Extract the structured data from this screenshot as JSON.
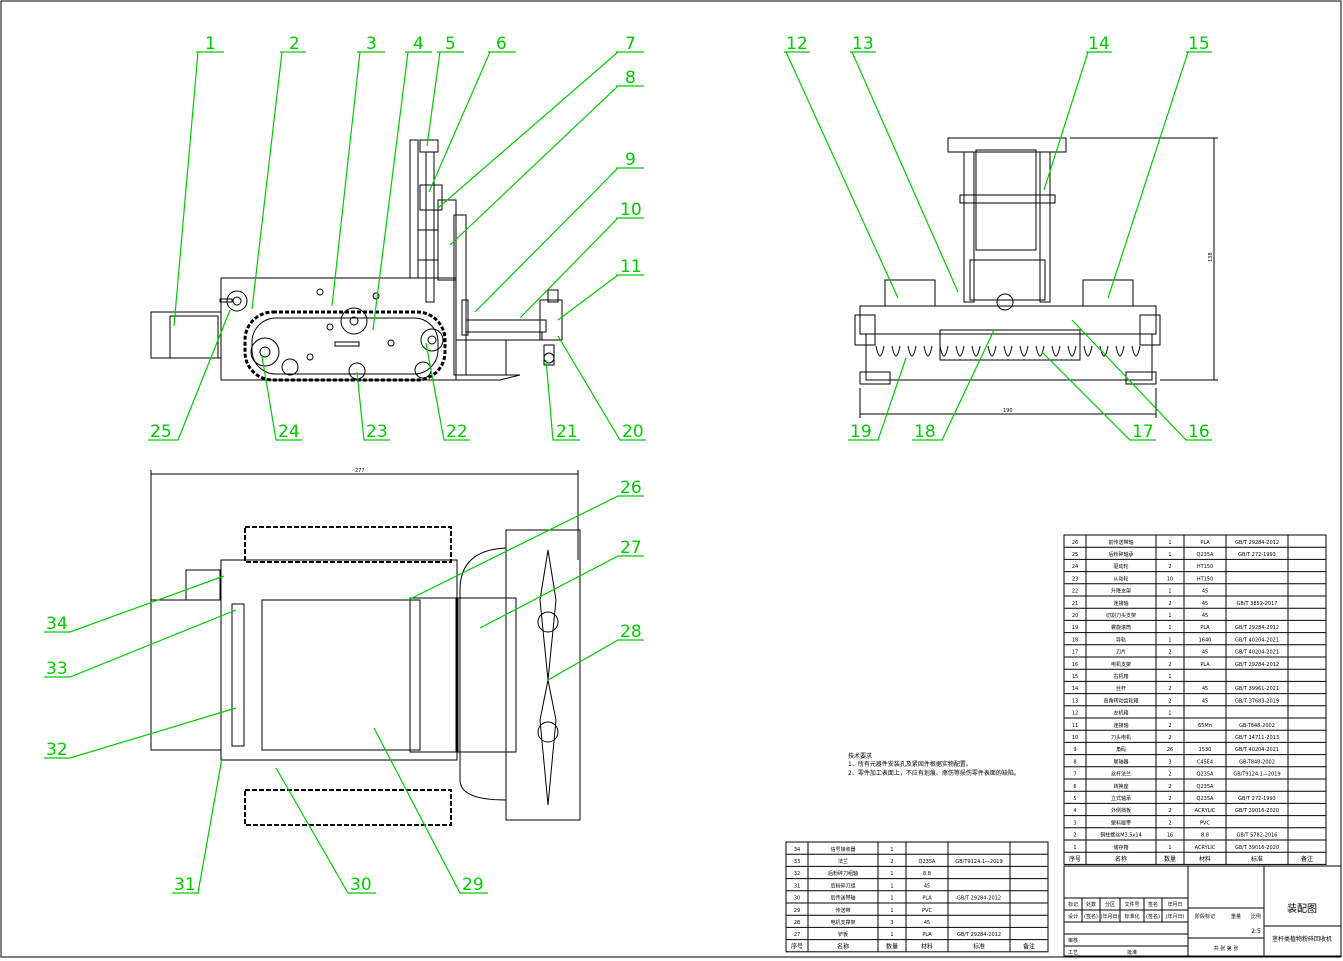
{
  "labels": {
    "1": "1",
    "2": "2",
    "3": "3",
    "4": "4",
    "5": "5",
    "6": "6",
    "7": "7",
    "8": "8",
    "9": "9",
    "10": "10",
    "11": "11",
    "12": "12",
    "13": "13",
    "14": "14",
    "15": "15",
    "16": "16",
    "17": "17",
    "18": "18",
    "19": "19",
    "20": "20",
    "21": "21",
    "22": "22",
    "23": "23",
    "24": "24",
    "25": "25",
    "26": "26",
    "27": "27",
    "28": "28",
    "29": "29",
    "30": "30",
    "31": "31",
    "32": "32",
    "33": "33",
    "34": "34"
  },
  "dimensions": {
    "width_top": "277",
    "width_side": "190",
    "height_side": "138"
  },
  "tech_notes": {
    "title": "技术要求",
    "line1": "1、所有元器件安装孔及紧固件根据实物配置。",
    "line2": "2、零件加工表面上，不应有划痕、擦伤等损伤零件表面的缺陷。"
  },
  "bom_right": [
    {
      "no": "26",
      "name": "前传送带轴",
      "qty": "1",
      "mat": "PLA",
      "std": "GB/T 29284-2012"
    },
    {
      "no": "25",
      "name": "后粉碎轴承",
      "qty": "1",
      "mat": "Q235A",
      "std": "GB/T 272-1993"
    },
    {
      "no": "24",
      "name": "驱动轮",
      "qty": "2",
      "mat": "HT150",
      "std": ""
    },
    {
      "no": "23",
      "name": "从动轮",
      "qty": "10",
      "mat": "HT150",
      "std": ""
    },
    {
      "no": "22",
      "name": "升降支架",
      "qty": "1",
      "mat": "45",
      "std": ""
    },
    {
      "no": "21",
      "name": "连接轴",
      "qty": "2",
      "mat": "45",
      "std": "GB/T 3852-2017"
    },
    {
      "no": "20",
      "name": "切割刀头支架",
      "qty": "1",
      "mat": "45",
      "std": ""
    },
    {
      "no": "19",
      "name": "螺旋滚筒",
      "qty": "1",
      "mat": "PLA",
      "std": "GB/T 29284-2012"
    },
    {
      "no": "18",
      "name": "导轨",
      "qty": "1",
      "mat": "1640",
      "std": "GB/T 40204-2021"
    },
    {
      "no": "17",
      "name": "刀片",
      "qty": "2",
      "mat": "45",
      "std": "GB/T 40204-2021"
    },
    {
      "no": "16",
      "name": "电机支架",
      "qty": "2",
      "mat": "PLA",
      "std": "GB/T 29284-2012"
    },
    {
      "no": "15",
      "name": "右机箱",
      "qty": "1",
      "mat": "",
      "std": ""
    },
    {
      "no": "14",
      "name": "丝杆",
      "qty": "2",
      "mat": "45",
      "std": "GB/T 39961-2021"
    },
    {
      "no": "13",
      "name": "直角转动齿轮箱",
      "qty": "2",
      "mat": "45",
      "std": "GB/T 37683-2019"
    },
    {
      "no": "12",
      "name": "左机箱",
      "qty": "1",
      "mat": "",
      "std": ""
    },
    {
      "no": "11",
      "name": "连接轴",
      "qty": "2",
      "mat": "65Mn",
      "std": "GB-T848-2002"
    },
    {
      "no": "10",
      "name": "刀头电机",
      "qty": "2",
      "mat": "",
      "std": "GB/T 14711-2013"
    },
    {
      "no": "9",
      "name": "角码",
      "qty": "26",
      "mat": "1530",
      "std": "GB/T 40204-2021"
    },
    {
      "no": "8",
      "name": "联轴器",
      "qty": "3",
      "mat": "C45E4",
      "std": "GB-T848-2002"
    },
    {
      "no": "7",
      "name": "丝杆法兰",
      "qty": "2",
      "mat": "Q235A",
      "std": "GB/T9124.1—2019"
    },
    {
      "no": "6",
      "name": "转换座",
      "qty": "2",
      "mat": "Q235A",
      "std": ""
    },
    {
      "no": "5",
      "name": "立式轴承",
      "qty": "2",
      "mat": "Q235A",
      "std": "GB/T 272-1993"
    },
    {
      "no": "4",
      "name": "外侧挡板",
      "qty": "2",
      "mat": "ACRYLIC",
      "std": "GB/T 39016-2020"
    },
    {
      "no": "3",
      "name": "塑料履带",
      "qty": "2",
      "mat": "PVC",
      "std": ""
    },
    {
      "no": "2",
      "name": "铜柱螺丝M3.5x14",
      "qty": "16",
      "mat": "8.8",
      "std": "GB/T 5782-2016"
    },
    {
      "no": "1",
      "name": "储存箱",
      "qty": "1",
      "mat": "ACRYLIC",
      "std": "GB/T 39016-2020"
    }
  ],
  "bom_right_header": {
    "no": "序号",
    "name": "名称",
    "qty": "数量",
    "mat": "材料",
    "std": "标准",
    "note": "备注"
  },
  "bom_left": [
    {
      "no": "34",
      "name": "信号接收器",
      "qty": "1",
      "mat": "",
      "std": ""
    },
    {
      "no": "33",
      "name": "法兰",
      "qty": "2",
      "mat": "Q235A",
      "std": "GB/T9124.1—2019"
    },
    {
      "no": "32",
      "name": "后粉碎刀组轴",
      "qty": "1",
      "mat": "8.8",
      "std": ""
    },
    {
      "no": "31",
      "name": "后粉碎刀组",
      "qty": "1",
      "mat": "45",
      "std": ""
    },
    {
      "no": "30",
      "name": "后传送带轴",
      "qty": "1",
      "mat": "PLA",
      "std": "GB/T 29284-2012"
    },
    {
      "no": "29",
      "name": "传送带",
      "qty": "1",
      "mat": "PVC",
      "std": ""
    },
    {
      "no": "28",
      "name": "电机支撑架",
      "qty": "3",
      "mat": "45",
      "std": ""
    },
    {
      "no": "27",
      "name": "铲板",
      "qty": "1",
      "mat": "PLA",
      "std": "GB/T 29284-2012"
    }
  ],
  "bom_left_header": {
    "no": "序号",
    "name": "名称",
    "qty": "数量",
    "mat": "材料",
    "std": "标准",
    "note": "备注"
  },
  "title_block": {
    "drawing_name": "装配图",
    "product_name": "茎杆类植物粉碎回收机",
    "scale_label": "比例",
    "scale": "2:5",
    "stage_label": "阶段标记",
    "weight_label": "重量",
    "sheets": "共  张  第  张",
    "row1": [
      "标记",
      "处数",
      "分区",
      "文件号",
      "签名",
      "年月日"
    ],
    "row2": [
      "设计",
      "(签名)",
      "(年月日)",
      "标准化",
      "(签名)",
      "(年月日)"
    ],
    "row3": [
      "审核"
    ],
    "row4": [
      "工艺",
      "",
      "",
      "批准"
    ]
  }
}
